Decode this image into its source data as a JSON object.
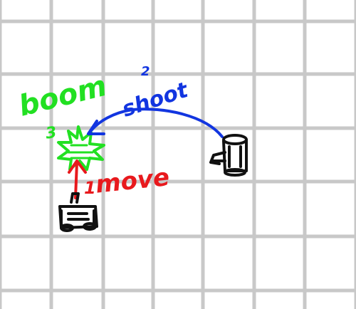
{
  "colors": {
    "background": "#ffffff",
    "grid": "#c8c8c8",
    "ink_black": "#111111",
    "ink_red": "#e8191d",
    "ink_blue": "#1235e0",
    "ink_green": "#22e022"
  },
  "steps": [
    {
      "number": "1",
      "label": "move",
      "color": "#e8191d"
    },
    {
      "number": "2",
      "label": "shoot",
      "color": "#1235e0"
    },
    {
      "number": "3",
      "label": "boom",
      "color": "#22e022"
    }
  ]
}
